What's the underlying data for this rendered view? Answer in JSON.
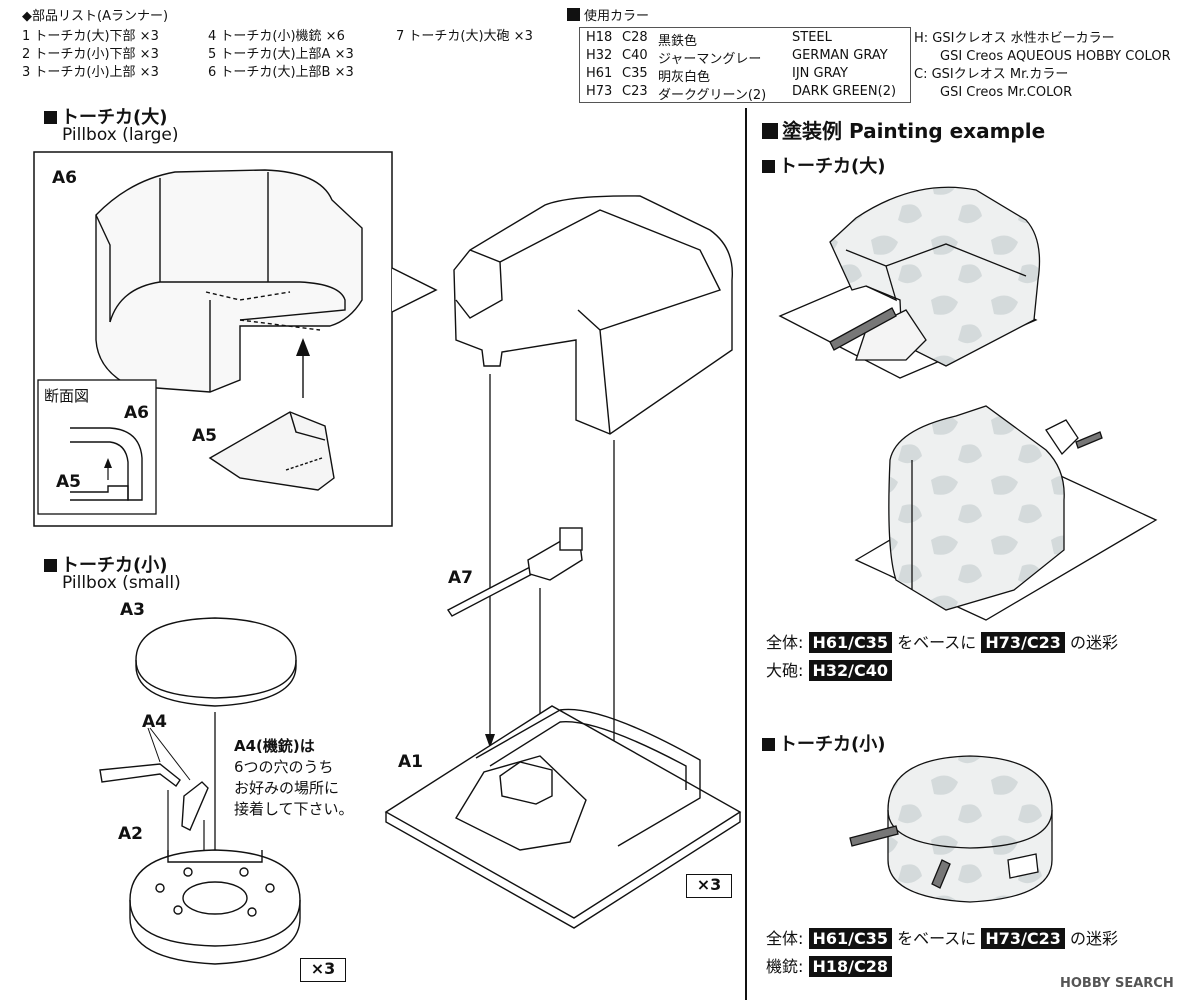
{
  "parts_list": {
    "title": "◆部品リスト(Aランナー)",
    "items": [
      "1 トーチカ(大)下部 ×3",
      "2 トーチカ(小)下部 ×3",
      "3 トーチカ(小)上部 ×3",
      "4 トーチカ(小)機銃 ×6",
      "5 トーチカ(大)上部A ×3",
      "6 トーチカ(大)上部B ×3",
      "7 トーチカ(大)大砲 ×3"
    ]
  },
  "colors": {
    "title": "使用カラー",
    "rows": [
      {
        "h": "H18",
        "c": "C28",
        "jp": "黒鉄色",
        "en": "STEEL"
      },
      {
        "h": "H32",
        "c": "C40",
        "jp": "ジャーマングレー",
        "en": "GERMAN GRAY"
      },
      {
        "h": "H61",
        "c": "C35",
        "jp": "明灰白色",
        "en": "IJN GRAY"
      },
      {
        "h": "H73",
        "c": "C23",
        "jp": "ダークグリーン(2)",
        "en": "DARK GREEN(2)"
      }
    ],
    "legend": [
      "H: GSIクレオス 水性ホビーカラー",
      "GSI Creos AQUEOUS HOBBY COLOR",
      "C: GSIクレオス Mr.カラー",
      "GSI Creos Mr.COLOR"
    ]
  },
  "left": {
    "large_title_jp": "トーチカ(大)",
    "large_title_en": "Pillbox (large)",
    "a6": "A6",
    "a5": "A5",
    "section_title": "断面図",
    "section_a6": "A6",
    "section_a5": "A5",
    "small_title_jp": "トーチカ(小)",
    "small_title_en": "Pillbox (small)",
    "a3": "A3",
    "a4": "A4",
    "a2": "A2",
    "a4_note": [
      "A4(機銃)は",
      "6つの穴のうち",
      "お好みの場所に",
      "接着して下さい。"
    ],
    "mult_small": "×3"
  },
  "center": {
    "a7": "A7",
    "a1": "A1",
    "mult_large": "×3"
  },
  "right": {
    "title": "塗装例 Painting example",
    "large_title": "トーチカ(大)",
    "large_notes": {
      "l1_pre": "全体:",
      "l1_c1": "H61/C35",
      "l1_mid": "をベースに",
      "l1_c2": "H73/C23",
      "l1_post": "の迷彩",
      "l2_pre": "大砲:",
      "l2_c": "H32/C40"
    },
    "small_title": "トーチカ(小)",
    "small_notes": {
      "l1_pre": "全体:",
      "l1_c1": "H61/C35",
      "l1_mid": "をベースに",
      "l1_c2": "H73/C23",
      "l1_post": "の迷彩",
      "l2_pre": "機銃:",
      "l2_c": "H18/C28"
    },
    "watermark": "HOBBY SEARCH"
  },
  "style": {
    "camo_base": "#eef0f0",
    "camo_spot": "#d4dadb",
    "ink": "#111111"
  }
}
